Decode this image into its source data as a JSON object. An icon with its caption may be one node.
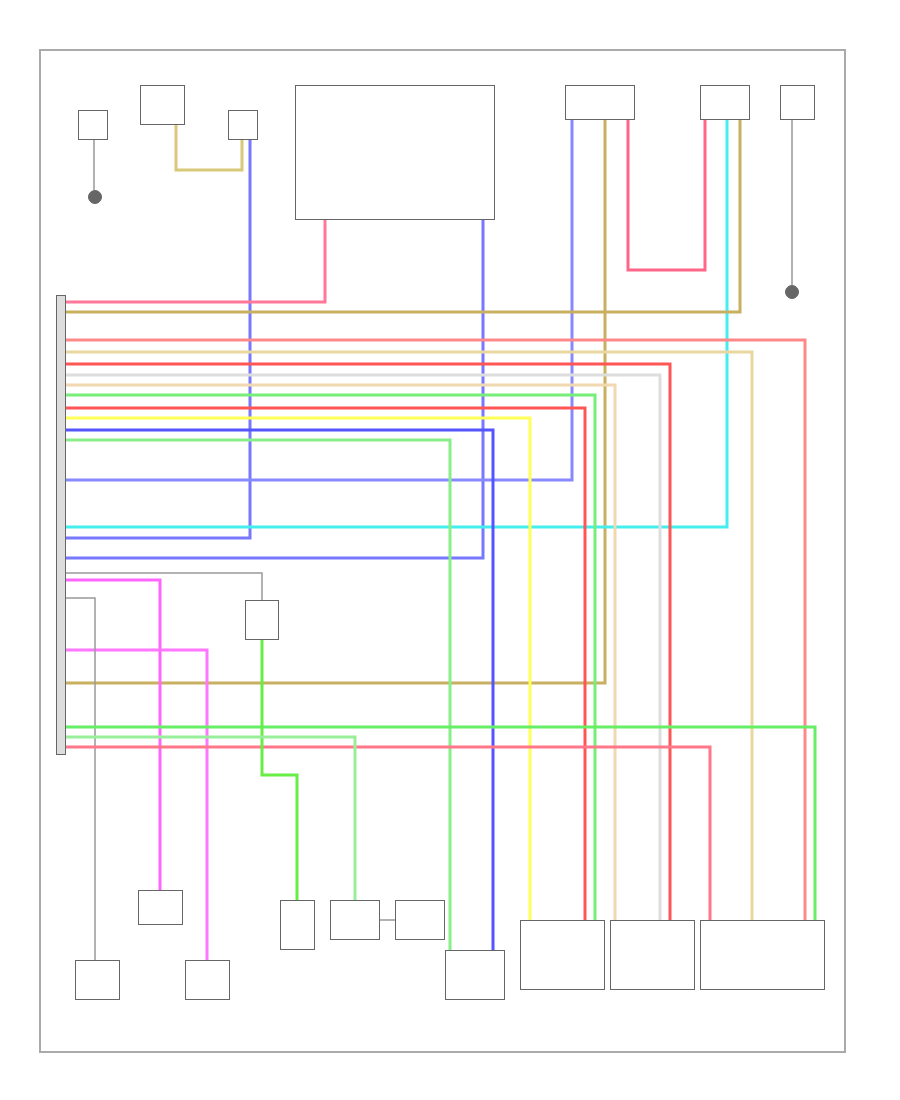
{
  "diagram": {
    "nodes": [
      {
        "text": [],
        "shape": "box"
      },
      {
        "text": [],
        "shape": "box"
      },
      {
        "text": [],
        "shape": "box"
      },
      {
        "text": [],
        "shape": "box"
      },
      {
        "text": [],
        "shape": "box"
      },
      {
        "text": [],
        "shape": "box"
      },
      {
        "text": [],
        "shape": "box"
      },
      {
        "text": [],
        "shape": "bar"
      },
      {
        "text": [],
        "shape": "box"
      },
      {
        "text": [],
        "shape": "box"
      },
      {
        "text": [],
        "shape": "box"
      },
      {
        "text": [],
        "shape": "box"
      },
      {
        "text": [],
        "shape": "box"
      },
      {
        "text": [],
        "shape": "box"
      },
      {
        "text": [],
        "shape": "box"
      },
      {
        "text": [],
        "shape": "box"
      },
      {
        "text": [],
        "shape": "box"
      },
      {
        "text": [],
        "shape": "box"
      },
      {
        "text": [],
        "shape": "circle"
      },
      {
        "text": [],
        "shape": "circle"
      },
      {
        "text": [],
        "shape": "box"
      }
    ],
    "edges": [
      {
        "from": 0,
        "to": 18,
        "arrow": "none"
      },
      {
        "from": 1,
        "to": 2,
        "arrow": "none",
        "color": "#d8c878"
      },
      {
        "from": 2,
        "to": 7,
        "arrow": "none",
        "color": "#7777ff"
      },
      {
        "from": 3,
        "to": 7,
        "arrow": "none",
        "color": "#ff7799"
      },
      {
        "from": 3,
        "to": 7,
        "arrow": "none",
        "color": "#7777ff"
      },
      {
        "from": 4,
        "to": 7,
        "arrow": "none",
        "color": "#8888ff"
      },
      {
        "from": 4,
        "to": 7,
        "arrow": "none",
        "color": "#c8b060"
      },
      {
        "from": 4,
        "to": 5,
        "arrow": "none",
        "color": "#ff6688"
      },
      {
        "from": 5,
        "to": 7,
        "arrow": "none",
        "color": "#44eeee"
      },
      {
        "from": 6,
        "to": 19,
        "arrow": "none"
      },
      {
        "from": 7,
        "to": 17,
        "arrow": "none",
        "color": "#ff8888"
      },
      {
        "from": 7,
        "to": 17,
        "arrow": "none",
        "color": "#e8d8a0"
      },
      {
        "from": 7,
        "to": 16,
        "arrow": "none",
        "color": "#ff5555"
      },
      {
        "from": 7,
        "to": 16,
        "arrow": "none",
        "color": "#dddddd"
      },
      {
        "from": 7,
        "to": 16,
        "arrow": "none",
        "color": "#f0d8b0"
      },
      {
        "from": 7,
        "to": 15,
        "arrow": "none",
        "color": "#77ee77"
      },
      {
        "from": 7,
        "to": 15,
        "arrow": "none",
        "color": "#ff5555"
      },
      {
        "from": 7,
        "to": 15,
        "arrow": "none",
        "color": "#ffff55"
      },
      {
        "from": 7,
        "to": 14,
        "arrow": "none",
        "color": "#5555ff"
      },
      {
        "from": 7,
        "to": 14,
        "arrow": "none",
        "color": "#88ee88"
      },
      {
        "from": 7,
        "to": 20,
        "arrow": "none",
        "color": "#ff66ff"
      },
      {
        "from": 7,
        "to": 10,
        "arrow": "none",
        "color": "#ff77ff"
      },
      {
        "from": 7,
        "to": 9,
        "arrow": "none"
      },
      {
        "from": 7,
        "to": 17,
        "arrow": "none",
        "color": "#66ee66"
      },
      {
        "from": 7,
        "to": 17,
        "arrow": "none",
        "color": "#ff7788"
      },
      {
        "from": 7,
        "to": 8,
        "arrow": "none"
      },
      {
        "from": 8,
        "to": 11,
        "arrow": "none",
        "color": "#66ee44"
      },
      {
        "from": 7,
        "to": 12,
        "arrow": "none",
        "color": "#99ee99"
      },
      {
        "from": 12,
        "to": 13,
        "arrow": "none"
      },
      {
        "from": 7,
        "to": 5,
        "arrow": "none",
        "color": "#c8b060"
      }
    ]
  }
}
